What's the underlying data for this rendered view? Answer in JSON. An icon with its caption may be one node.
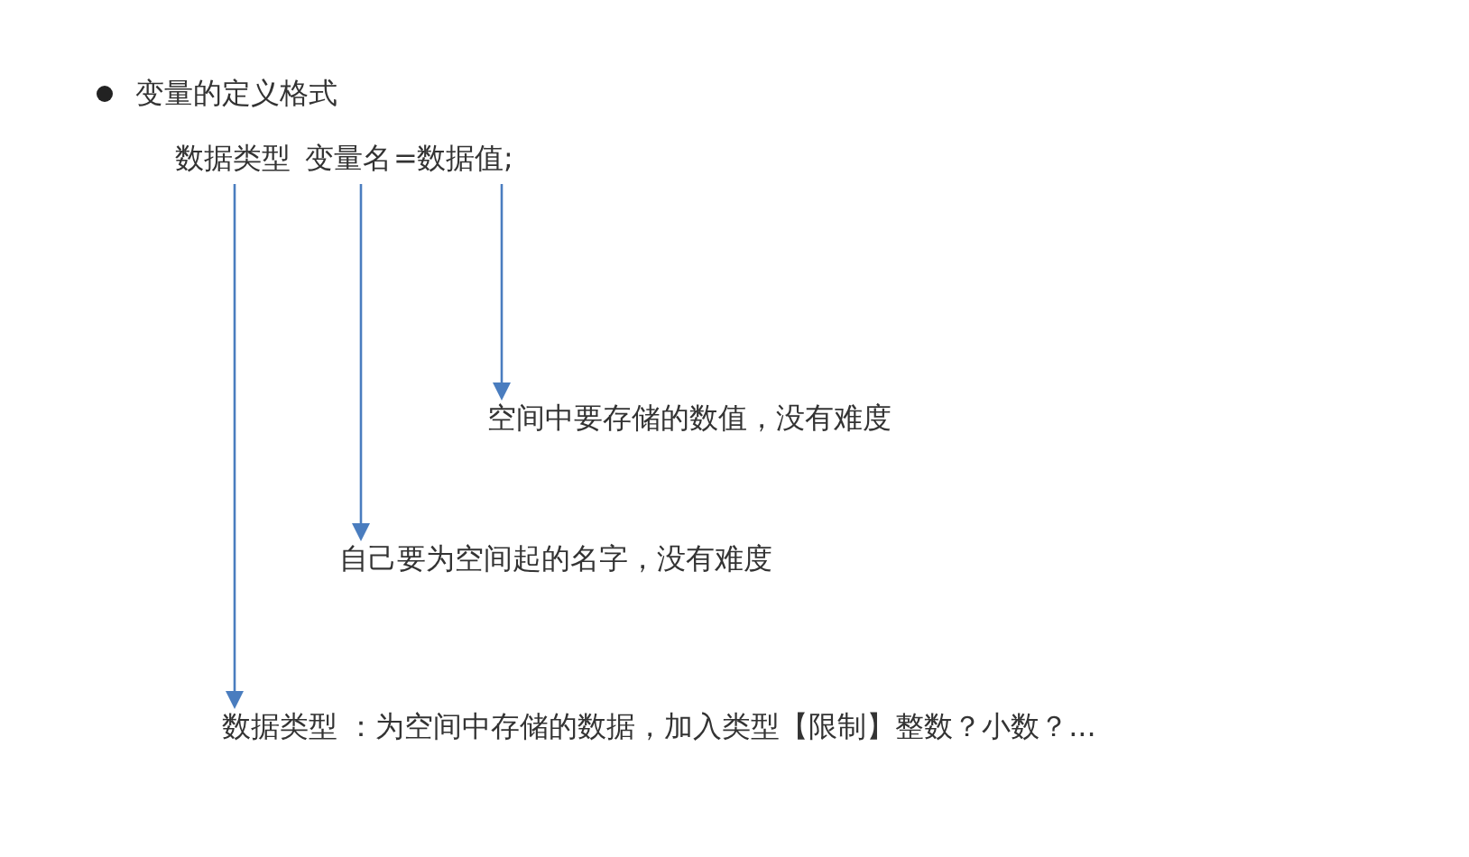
{
  "diagram": {
    "nodes": [
      {
        "text": [
          "数据类型"
        ]
      },
      {
        "text": [
          "变量名"
        ]
      },
      {
        "text": [
          "数据值;"
        ]
      },
      {
        "text": [
          "空间中要存储的数值，没有难度"
        ]
      },
      {
        "text": [
          "自己要为空间起的名字，没有难度"
        ]
      },
      {
        "text": [
          "数据类型 ：为空间中存储的数据，加入类型【限制】整数？小数？..."
        ]
      }
    ],
    "edges": [
      {
        "from": 2,
        "to": 3,
        "arrow": "to"
      },
      {
        "from": 1,
        "to": 4,
        "arrow": "to"
      },
      {
        "from": 0,
        "to": 5,
        "arrow": "to"
      }
    ],
    "labels": [
      "变量的定义格式",
      "="
    ]
  }
}
